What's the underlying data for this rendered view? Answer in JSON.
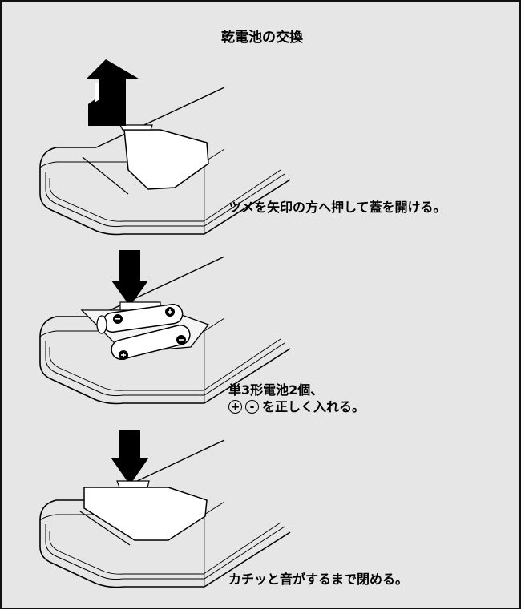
{
  "title": "乾電池の交換",
  "steps": [
    {
      "caption": "ツメを矢印の方へ押して蓋を開ける。"
    },
    {
      "caption_line1": "単3形電池2個、",
      "caption_line2": "を正しく入れる。",
      "plus": "+",
      "minus": "-"
    },
    {
      "caption": "カチッと音がするまで閉める。"
    }
  ],
  "colors": {
    "background": "#e6e6e6",
    "ink": "#000000",
    "panel_border": "#111111"
  }
}
